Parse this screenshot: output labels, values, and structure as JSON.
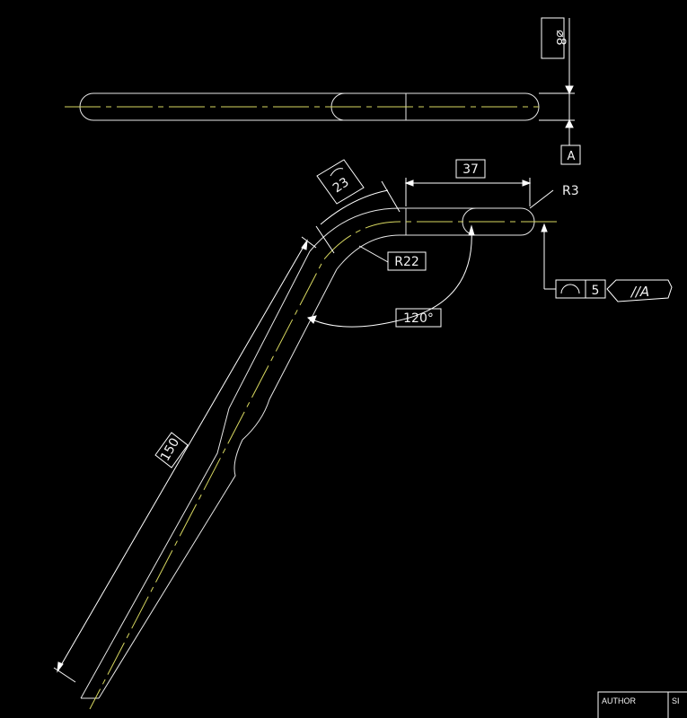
{
  "colors": {
    "background": "#000000",
    "geometry": "#e6e6e6",
    "centerline": "#d8d860",
    "dimension": "#ffffff"
  },
  "drawing": {
    "diameter_frame": "⌀8",
    "datum_label": "A",
    "arc_length": "23",
    "straight_length": "37",
    "end_radius": "R3",
    "bend_radius": "R22",
    "bend_angle": "120°",
    "leg_length": "150",
    "profile_tolerance": "5",
    "datum_ref_note": "//A"
  },
  "title_block": {
    "author_label": "AUTHOR",
    "second_label": "SI"
  }
}
